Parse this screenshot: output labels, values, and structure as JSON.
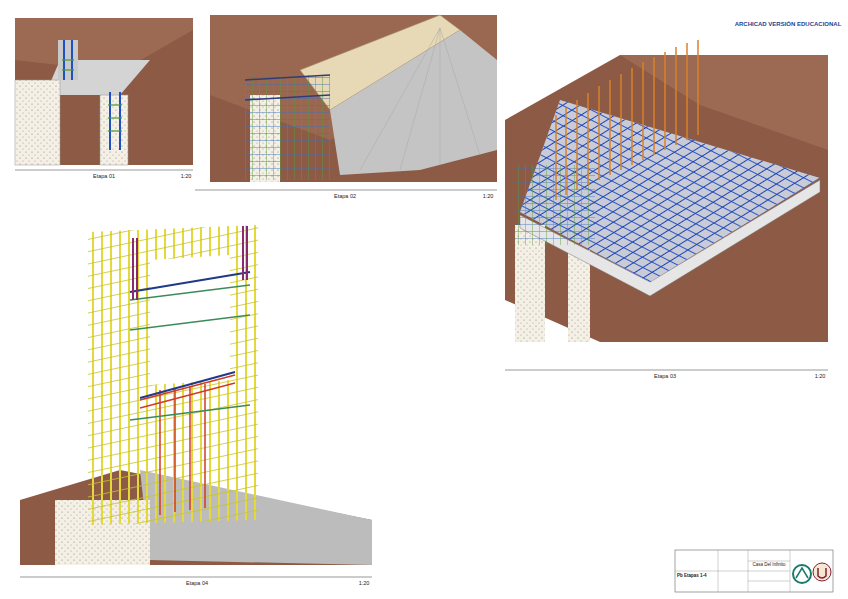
{
  "diagram": {
    "labels": [
      "ARCHICAD VERSIÓN EDUCACIONAL",
      "Etapa 01",
      "1:20",
      "Etapa 02",
      "1:20",
      "Etapa 03",
      "1:20",
      "Etapa 04",
      "1:20",
      "Casa Del Infinito",
      "Pb Etapas 1-4"
    ]
  }
}
